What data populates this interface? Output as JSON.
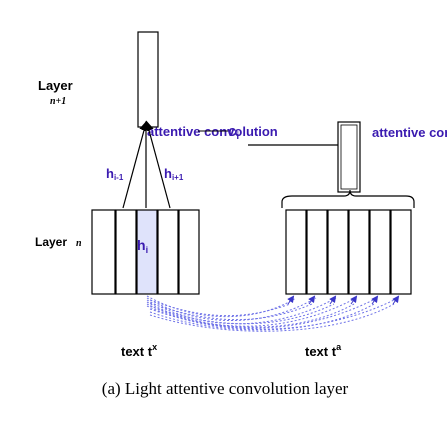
{
  "layers": {
    "upper_label": "Layer",
    "upper_sub": "n+1",
    "lower_label": "Layer",
    "lower_sub": "n"
  },
  "labels": {
    "attentive_convolution": "attentive convolution",
    "c_i": "c",
    "c_sub": "i",
    "attentive_context": "attentive context",
    "h_prev": "h",
    "h_prev_sub": "i-1",
    "h_next": "h",
    "h_next_sub": "i+1",
    "h_i": "h",
    "h_i_sub": "i"
  },
  "texts": {
    "text_x": "text t",
    "text_x_sup": "x",
    "text_a": "text t",
    "text_a_sup": "a"
  },
  "caption": "(a) Light attentive convolution layer",
  "colors": {
    "highlight": "#dfe3fb",
    "dotted": "#6f73e8",
    "accent_text": "#3a1ab0"
  }
}
